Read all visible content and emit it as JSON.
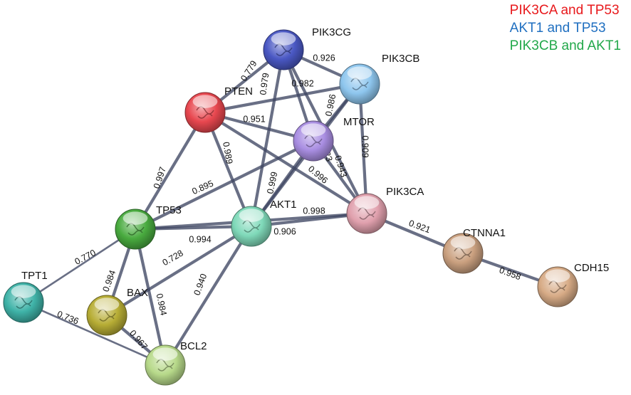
{
  "legend": [
    {
      "text": "PIK3CA and TP53",
      "color": "#e8191c"
    },
    {
      "text": "AKT1 and TP53",
      "color": "#1f6fc0"
    },
    {
      "text": "PIK3CB and AKT1",
      "color": "#22a84a"
    }
  ],
  "nodes": [
    {
      "id": "PIK3CG",
      "label": "PIK3CG",
      "color": "#4a58c4"
    },
    {
      "id": "PIK3CB",
      "label": "PIK3CB",
      "color": "#8ec6ee"
    },
    {
      "id": "PTEN",
      "label": "PTEN",
      "color": "#e8474f"
    },
    {
      "id": "MTOR",
      "label": "MTOR",
      "color": "#a98ee2"
    },
    {
      "id": "PIK3CA",
      "label": "PIK3CA",
      "color": "#e0a0ad"
    },
    {
      "id": "AKT1",
      "label": "AKT1",
      "color": "#7fd9b9"
    },
    {
      "id": "TP53",
      "label": "TP53",
      "color": "#49ab3f"
    },
    {
      "id": "TPT1",
      "label": "TPT1",
      "color": "#3fb3a8"
    },
    {
      "id": "BAX",
      "label": "BAX",
      "color": "#b7ad35"
    },
    {
      "id": "BCL2",
      "label": "BCL2",
      "color": "#b7d98a"
    },
    {
      "id": "CTNNA1",
      "label": "CTNNA1",
      "color": "#caa07f"
    },
    {
      "id": "CDH15",
      "label": "CDH15",
      "color": "#d7ab86"
    }
  ],
  "edges": [
    {
      "from": "PIK3CG",
      "to": "PIK3CB",
      "score": "0.926",
      "label_color": "#111111"
    },
    {
      "from": "PIK3CG",
      "to": "PTEN",
      "score": "0.779",
      "label_color": "#111111"
    },
    {
      "from": "PIK3CG",
      "to": "AKT1",
      "score": "0.979",
      "label_color": "#111111"
    },
    {
      "from": "PIK3CG",
      "to": "PIK3CA",
      "score": "0.943",
      "label_color": "#111111"
    },
    {
      "from": "PIK3CG",
      "to": "MTOR",
      "score": "",
      "label_color": "#111111"
    },
    {
      "from": "PTEN",
      "to": "PIK3CB",
      "score": "0.982",
      "label_color": "#111111"
    },
    {
      "from": "PIK3CB",
      "to": "AKT1",
      "score": "0.986",
      "label_color": "#22a84a"
    },
    {
      "from": "PIK3CB",
      "to": "PIK3CA",
      "score": "0.909",
      "label_color": "#111111"
    },
    {
      "from": "PIK3CB",
      "to": "MTOR",
      "score": "",
      "label_color": "#111111"
    },
    {
      "from": "PTEN",
      "to": "MTOR",
      "score": "0.951",
      "label_color": "#111111"
    },
    {
      "from": "PTEN",
      "to": "AKT1",
      "score": "0.989",
      "label_color": "#111111"
    },
    {
      "from": "PTEN",
      "to": "TP53",
      "score": "0.997",
      "label_color": "#111111"
    },
    {
      "from": "PTEN",
      "to": "PIK3CA",
      "score": "0.996",
      "label_color": "#111111"
    },
    {
      "from": "MTOR",
      "to": "AKT1",
      "score": "0.999",
      "label_color": "#111111"
    },
    {
      "from": "MTOR",
      "to": "PIK3CA",
      "score": "0.923",
      "label_color": "#111111"
    },
    {
      "from": "MTOR",
      "to": "TP53",
      "score": "0.895",
      "label_color": "#111111"
    },
    {
      "from": "AKT1",
      "to": "PIK3CA",
      "score": "0.998",
      "label_color": "#111111"
    },
    {
      "from": "TP53",
      "to": "PIK3CA",
      "score": "0.906",
      "label_color": "#e8191c"
    },
    {
      "from": "TP53",
      "to": "AKT1",
      "score": "0.994",
      "label_color": "#1f6fc0"
    },
    {
      "from": "TP53",
      "to": "TPT1",
      "score": "0.770",
      "label_color": "#111111"
    },
    {
      "from": "TP53",
      "to": "BAX",
      "score": "0.984",
      "label_color": "#111111"
    },
    {
      "from": "TP53",
      "to": "BCL2",
      "score": "0.984",
      "label_color": "#111111"
    },
    {
      "from": "AKT1",
      "to": "BAX",
      "score": "0.728",
      "label_color": "#111111"
    },
    {
      "from": "AKT1",
      "to": "BCL2",
      "score": "0.940",
      "label_color": "#111111"
    },
    {
      "from": "BAX",
      "to": "BCL2",
      "score": "0.967",
      "label_color": "#111111"
    },
    {
      "from": "TPT1",
      "to": "BCL2",
      "score": "0.736",
      "label_color": "#111111"
    },
    {
      "from": "PIK3CA",
      "to": "CTNNA1",
      "score": "0.921",
      "label_color": "#111111"
    },
    {
      "from": "CTNNA1",
      "to": "CDH15",
      "score": "0.958",
      "label_color": "#111111"
    }
  ]
}
